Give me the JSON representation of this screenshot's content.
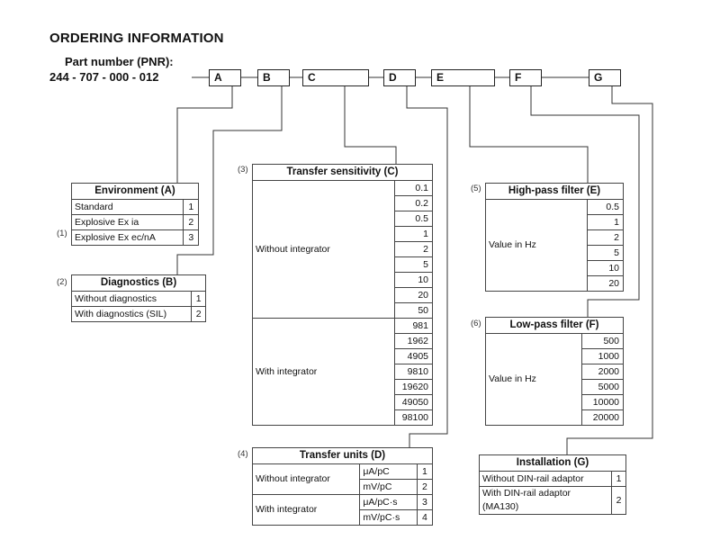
{
  "heading": "ORDERING INFORMATION",
  "pnr_label": "Part number (PNR):",
  "pnr_value": "244 - 707 - 000 - 012",
  "codes": [
    "A",
    "B",
    "C",
    "D",
    "E",
    "F",
    "G"
  ],
  "environment": {
    "footnote": "(1)",
    "footnote_mark": "(1)",
    "title": "Environment (A)",
    "rows": [
      {
        "label": "Standard",
        "code": "1"
      },
      {
        "label": "Explosive Ex ia",
        "code": "2"
      },
      {
        "label": "Explosive Ex ec/nA",
        "code": "3"
      }
    ]
  },
  "diagnostics": {
    "footnote": "(2)",
    "title": "Diagnostics (B)",
    "rows": [
      {
        "label": "Without diagnostics",
        "code": "1"
      },
      {
        "label": "With diagnostics (SIL)",
        "code": "2"
      }
    ]
  },
  "sensitivity": {
    "footnote": "(3)",
    "title": "Transfer sensitivity (C)",
    "group1_label": "Without integrator",
    "group1_values": [
      "0.1",
      "0.2",
      "0.5",
      "1",
      "2",
      "5",
      "10",
      "20",
      "50"
    ],
    "group2_label": "With integrator",
    "group2_values": [
      "981",
      "1962",
      "4905",
      "9810",
      "19620",
      "49050",
      "98100"
    ]
  },
  "units": {
    "footnote": "(4)",
    "title": "Transfer units (D)",
    "rows": [
      {
        "group": "Without integrator",
        "unit": "μA/pC",
        "code": "1"
      },
      {
        "group": "",
        "unit": "mV/pC",
        "code": "2"
      },
      {
        "group": "With integrator",
        "unit": "μA/pC·s",
        "code": "3"
      },
      {
        "group": "",
        "unit": "mV/pC·s",
        "code": "4"
      }
    ]
  },
  "highpass": {
    "footnote": "(5)",
    "title": "High-pass filter (E)",
    "label": "Value in Hz",
    "values": [
      "0.5",
      "1",
      "2",
      "5",
      "10",
      "20"
    ]
  },
  "lowpass": {
    "footnote": "(6)",
    "title": "Low-pass filter (F)",
    "label": "Value in Hz",
    "values": [
      "500",
      "1000",
      "2000",
      "5000",
      "10000",
      "20000"
    ]
  },
  "installation": {
    "title": "Installation (G)",
    "rows": [
      {
        "label": "Without DIN-rail adaptor",
        "code": "1"
      },
      {
        "label": "With DIN-rail adaptor (MA130)",
        "code": "2"
      }
    ]
  }
}
